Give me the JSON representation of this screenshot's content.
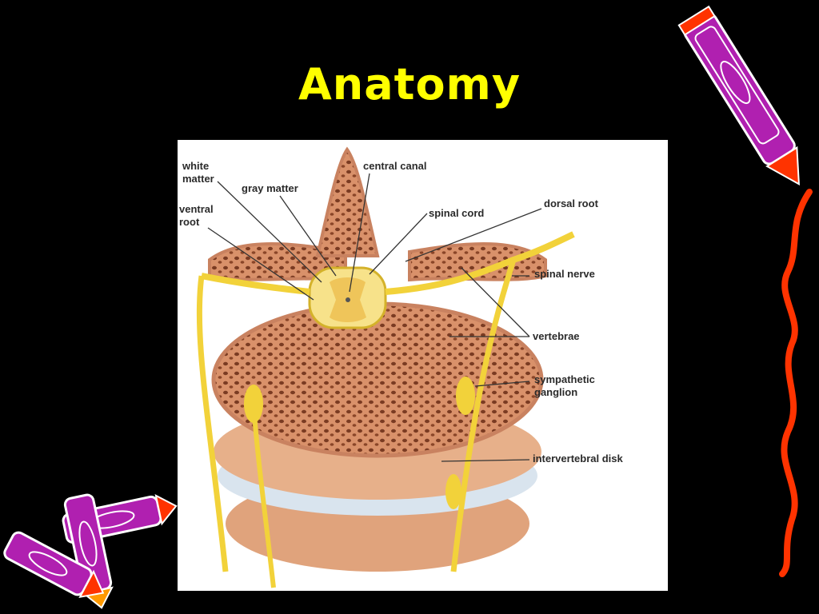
{
  "slide": {
    "title": "Anatomy",
    "title_color": "#ffff00",
    "background": "#000000"
  },
  "diagram": {
    "labels": {
      "white_matter": "white\nmatter",
      "gray_matter": "gray matter",
      "central_canal": "central canal",
      "ventral_root": "ventral\nroot",
      "spinal_cord": "spinal cord",
      "dorsal_root": "dorsal root",
      "spinal_nerve": "spinal nerve",
      "vertebrae": "vertebrae",
      "sympathetic_ganglion": "sympathetic\nganglion",
      "intervertebral_disk": "intervertebral disk"
    },
    "colors": {
      "bone": "#d9916a",
      "bone_pore": "#7a3b22",
      "nerve": "#f2d23a",
      "disk": "#d9e4ee",
      "leader": "#333333"
    }
  },
  "decorations": {
    "crayon_color": "#b020b0",
    "squiggle_color": "#ff3300"
  }
}
